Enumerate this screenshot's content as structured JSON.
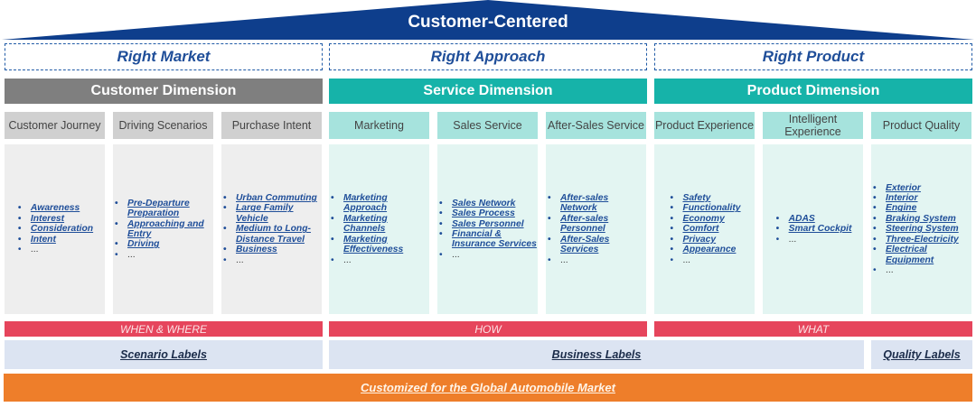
{
  "title": "Customer-Centered",
  "rights": [
    "Right Market",
    "Right Approach",
    "Right Product"
  ],
  "dimensions": [
    {
      "label": "Customer Dimension",
      "color": "#7f7f7f"
    },
    {
      "label": "Service Dimension",
      "color": "#16b3a9"
    },
    {
      "label": "Product Dimension",
      "color": "#16b3a9"
    }
  ],
  "columns": [
    {
      "header": "Customer Journey",
      "items": [
        "Awareness",
        "Interest",
        "Consideration",
        "Intent",
        "..."
      ]
    },
    {
      "header": "Driving Scenarios",
      "items": [
        "Pre-Departure Preparation",
        "Approaching and Entry",
        "Driving",
        "..."
      ]
    },
    {
      "header": "Purchase Intent",
      "items": [
        "Urban Commuting",
        "Large Family Vehicle",
        "Medium to Long-Distance Travel",
        "Business",
        "..."
      ]
    },
    {
      "header": "Marketing",
      "items": [
        "Marketing Approach",
        "Marketing Channels",
        "Marketing Effectiveness",
        "..."
      ]
    },
    {
      "header": "Sales Service",
      "items": [
        "Sales Network",
        "Sales Process",
        "Sales Personnel",
        "Financial & Insurance Services",
        "..."
      ]
    },
    {
      "header": "After-Sales Service",
      "items": [
        "After-sales Network",
        "After-sales Personnel",
        "After-Sales Services",
        "..."
      ]
    },
    {
      "header": "Product Experience",
      "items": [
        "Safety",
        "Functionality",
        "Economy",
        "Comfort",
        "Privacy",
        "Appearance",
        "..."
      ]
    },
    {
      "header": "Intelligent Experience",
      "items": [
        "ADAS",
        "Smart Cockpit",
        "..."
      ]
    },
    {
      "header": "Product Quality",
      "items": [
        "Exterior",
        "Interior",
        "Engine",
        "Braking System",
        "Steering System",
        "Three-Electricity",
        "Electrical Equipment",
        "..."
      ]
    }
  ],
  "questions": [
    "WHEN & WHERE",
    "HOW",
    "WHAT"
  ],
  "labels": [
    "Scenario Labels",
    "Business Labels",
    "Quality Labels"
  ],
  "footer": "Customized for the Global Automobile Market",
  "colors": {
    "roof": "#0e3e8c",
    "gray_header": "#d0d0d0",
    "teal_header": "#a6e3dd",
    "gray_panel": "#eeeeee",
    "teal_panel": "#e3f5f2",
    "red_bar": "#e6455c",
    "label_bar": "#dce4f2",
    "footer": "#ee7e2a"
  }
}
